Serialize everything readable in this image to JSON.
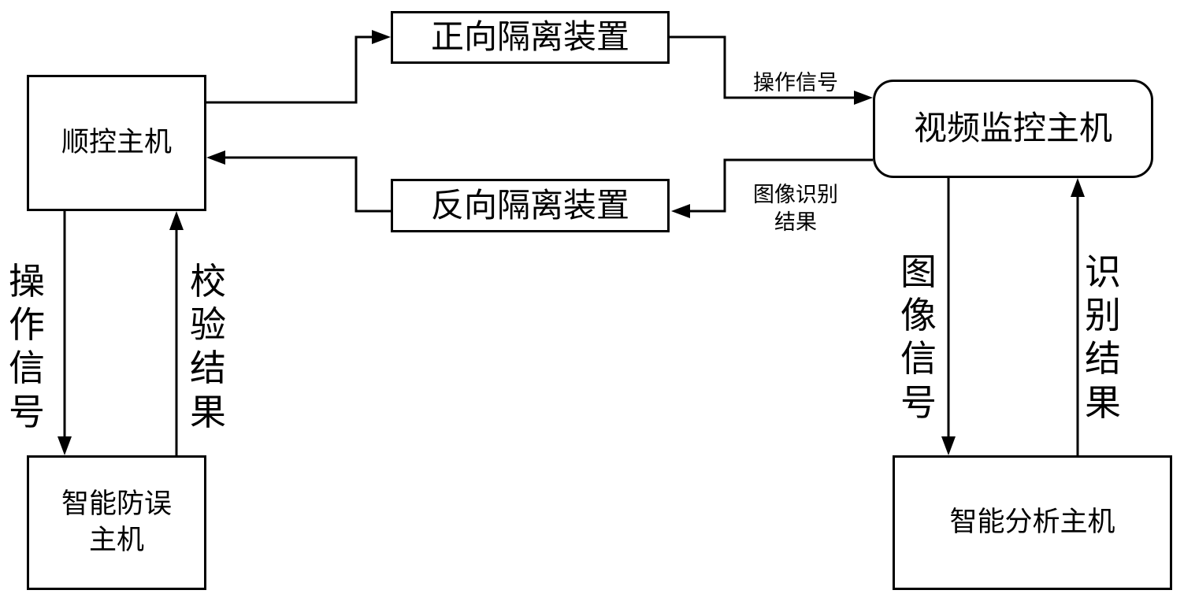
{
  "nodes": {
    "sequence_control_host": "顺控主机",
    "forward_isolation": "正向隔离装置",
    "reverse_isolation": "反向隔离装置",
    "video_monitoring_host": "视频监控主机",
    "anti_misoperation_host": "智能防误\n主机",
    "intelligent_analysis_host": "智能分析主机"
  },
  "edge_labels": {
    "top_operation_signal": "操作信号",
    "top_recognition_result": "图像识别\n结果",
    "left_operation_signal": [
      "操",
      "作",
      "信",
      "号"
    ],
    "left_check_result": [
      "校",
      "验",
      "结",
      "果"
    ],
    "right_image_signal": [
      "图",
      "像",
      "信",
      "号"
    ],
    "right_recognition_result": [
      "识",
      "别",
      "结",
      "果"
    ]
  }
}
